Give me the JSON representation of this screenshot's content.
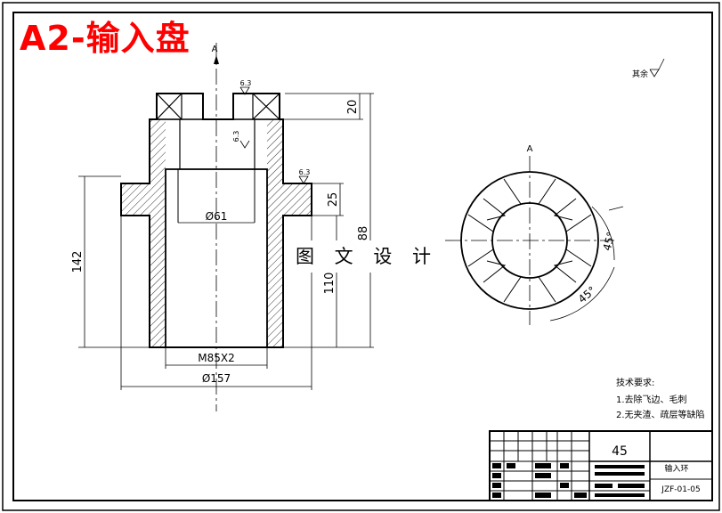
{
  "title": "A2-输入盘",
  "watermark": "图 文 设 计",
  "section_marks": {
    "front": "A",
    "side": "A"
  },
  "roughness": {
    "rest_label": "其余",
    "top": "6.3",
    "left": "6.3",
    "flange": "6.3"
  },
  "dimensions": {
    "d_inner": "Ø61",
    "d_outer": "Ø157",
    "thread": "M85X2",
    "h_total": "142",
    "h_right": "88",
    "h_110": "110",
    "h_25": "25",
    "h_20": "20"
  },
  "side_view": {
    "angle_1": "45°",
    "angle_2": "45°"
  },
  "tech_requirements": {
    "heading": "技术要求:",
    "items": [
      "1.去除飞边、毛刺",
      "2.无夹渣、疏层等缺陷"
    ]
  },
  "title_block": {
    "quantity": "45",
    "part_name": "输入环",
    "drawing_no": "JZF-01-05"
  }
}
